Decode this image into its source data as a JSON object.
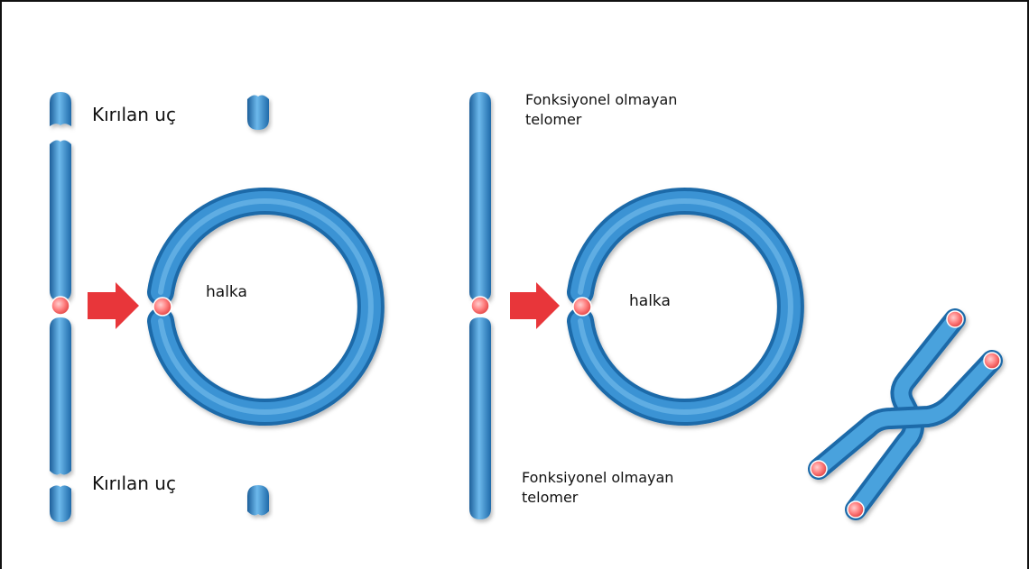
{
  "labels": {
    "broken_end_top": "Kırılan uç",
    "broken_end_bottom": "Kırılan uç",
    "ring_left": "halka",
    "ring_right": "halka",
    "nonfunctional_top_line1": "Fonksiyonel olmayan",
    "nonfunctional_top_line2": "telomer",
    "nonfunctional_bottom_line1": "Fonksiyonel olmayan",
    "nonfunctional_bottom_line2": "telomer"
  },
  "colors": {
    "chromosome": "#2f86c8",
    "chromosome_highlight": "#7cc3ee",
    "chromosome_dark": "#1c5f9a",
    "centromere": "#ff6f6f",
    "arrow": "#e8363a",
    "text": "#111111",
    "frame": "#111111"
  }
}
